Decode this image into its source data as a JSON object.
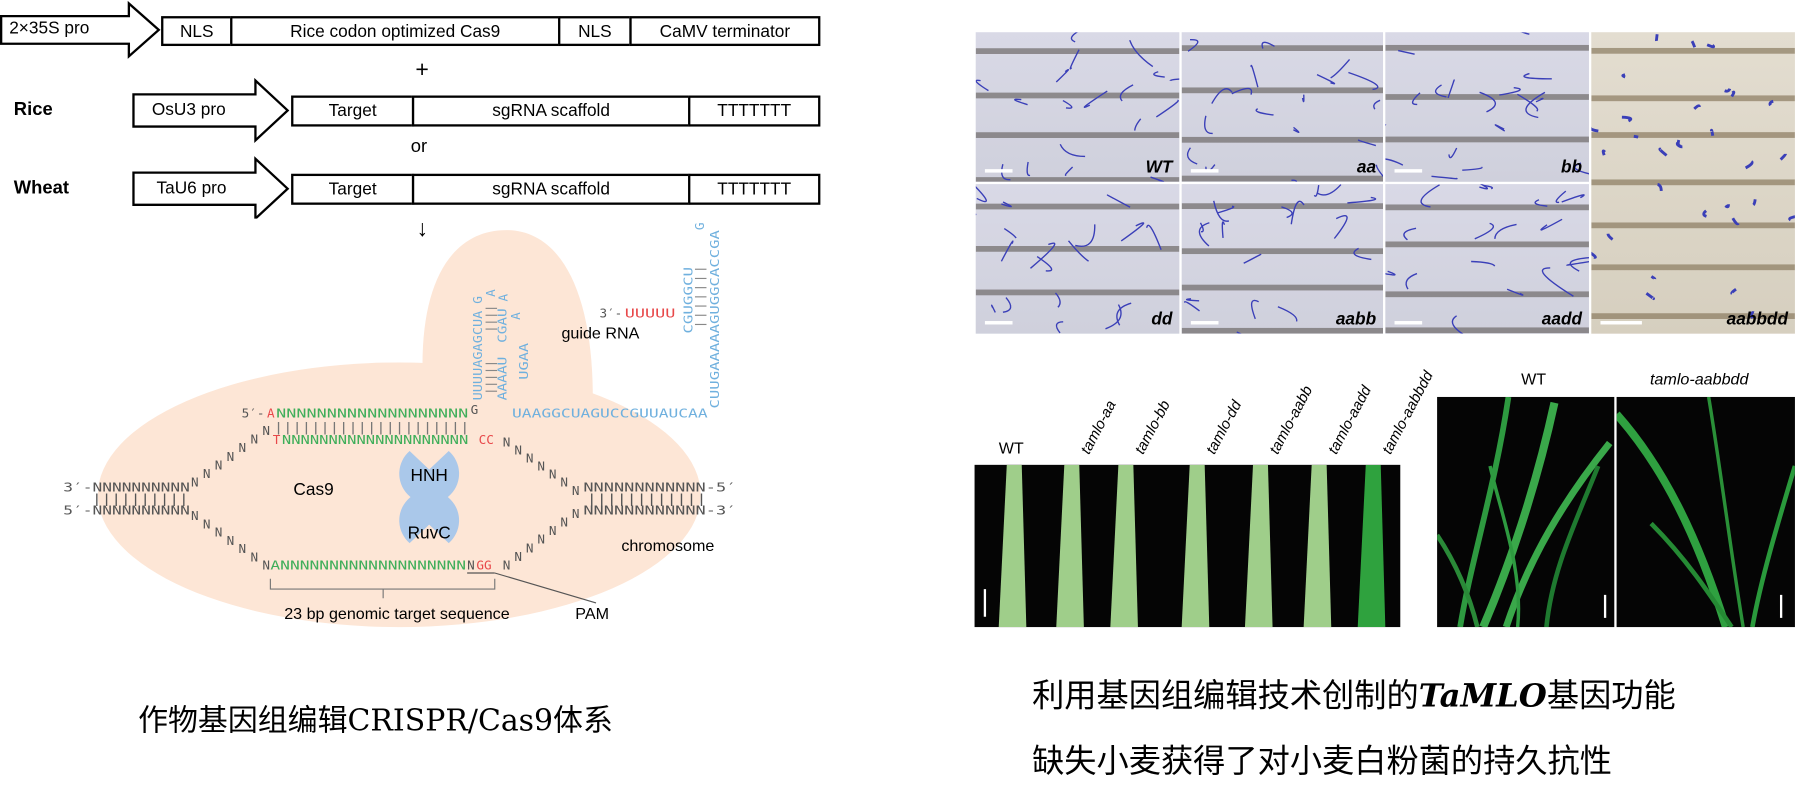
{
  "constructs": {
    "cas9_row": {
      "promoter": "2×35S pro",
      "nls1": "NLS",
      "cas9": "Rice codon optimized Cas9",
      "nls2": "NLS",
      "terminator": "CaMV terminator"
    },
    "plus": "+",
    "rice": {
      "label": "Rice",
      "promoter": "OsU3 pro",
      "target": "Target",
      "scaffold": "sgRNA scaffold",
      "terminator": "TTTTTTT"
    },
    "or": "or",
    "wheat": {
      "label": "Wheat",
      "promoter": "TaU6 pro",
      "target": "Target",
      "scaffold": "sgRNA scaffold",
      "terminator": "TTTTTTT"
    },
    "down_arrow": "↓"
  },
  "crispr_diagram": {
    "top_strand": {
      "prefix": "5′-",
      "first": "A",
      "target": "NNNNNNNNNNNNNNNNNNN",
      "end": "G"
    },
    "bottom_target": {
      "first": "T",
      "target": "NNNNNNNNNNNNNNNNNNNN",
      "pam": "CC"
    },
    "pair_bars": "|||||||||||||||||||||",
    "stem1": "UUUUAGAGCUA",
    "loop1": "G",
    "loop2": "A",
    "loop3": "A",
    "loop4": "A",
    "stem2a": "AAAAU",
    "stem2b": "CGAU",
    "stem3": "UGAA",
    "linker": "UAAGGCUAGUCCGUUAUCAA",
    "stem4": "CUUGAAAAAGUGGCACCGA",
    "stem5": "CGUGGCU",
    "loop5": "G",
    "tail_prefix": "3′-",
    "tail": "UUUUU",
    "guide_rna": "guide RNA",
    "hnh": "HNH",
    "ruvc": "RuvC",
    "cas9": "Cas9",
    "chromosome": "chromosome",
    "left_top": "3′-NNNNNNNNNN",
    "left_bottom": "5′-NNNNNNNNNN",
    "left_bars": "||||||||||",
    "right_top": "NNNNNNNNNNNN-5′",
    "right_bottom": "NNNNNNNNNNNN-3′",
    "right_bars": "||||||||||||",
    "lower_strand": {
      "target": "ANNNNNNNNNNNNNNNNNNN",
      "n": "N",
      "pam": "GG"
    },
    "target_label": "23 bp genomic target sequence",
    "pam_label": "PAM",
    "colors": {
      "cas9": "#fde6d6",
      "nuclease": "#aac8ea",
      "rna": "#6fb0de",
      "target": "#3fae5a",
      "red": "#e8484a"
    }
  },
  "left_caption": "作物基因组编辑CRISPR/Cas9体系",
  "micrographs": [
    "WT",
    "aa",
    "bb",
    "aabbdd",
    "dd",
    "aabb",
    "aadd"
  ],
  "leaf_assay_labels": [
    "WT",
    "tamlo-aa",
    "tamlo-bb",
    "tamlo-dd",
    "tamlo-aabb",
    "tamlo-aadd",
    "tamlo-aabbdd"
  ],
  "plant_labels": [
    "WT",
    "tamlo-aabbdd"
  ],
  "right_caption": {
    "line1_a": "利用基因组编辑技术创制的",
    "line1_b": "TaMLO",
    "line1_c": "基因功能",
    "line2": "缺失小麦获得了对小麦白粉菌的持久抗性"
  }
}
